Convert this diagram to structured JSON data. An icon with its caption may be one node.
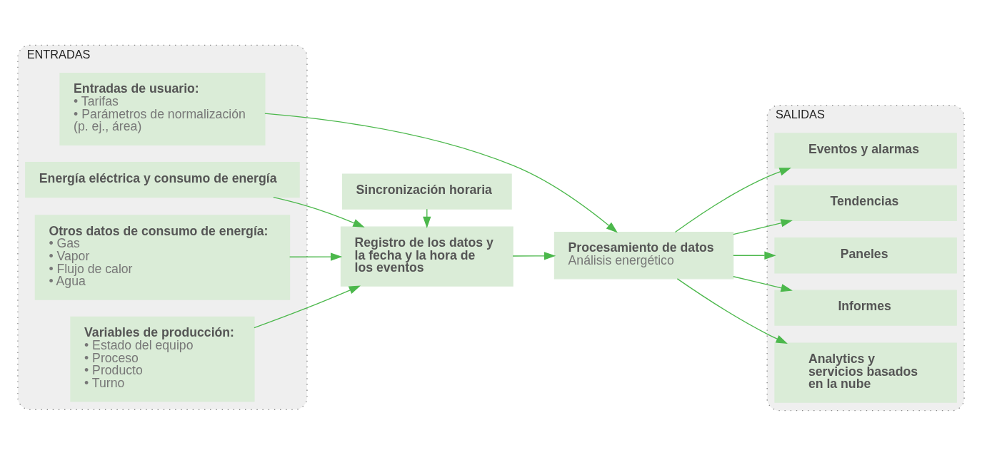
{
  "diagram": {
    "nodes": [
      {
        "text": [
          "ENTRADAS"
        ]
      },
      {
        "text": [
          "Energía eléctrica y consumo de energía"
        ],
        "in": 0
      },
      {
        "text": [
          "Otros datos de consumo de energía:",
          "• Gas",
          "• Vapor",
          "• Flujo de calor",
          "• Agua"
        ],
        "in": 0
      },
      {
        "text": [
          "Variables de producción:",
          "• Estado del equipo",
          "• Proceso",
          "• Producto",
          "• Turno"
        ],
        "in": 0
      },
      {
        "text": [
          "Entradas de usuario:",
          "• Tarifas",
          "• Parámetros de normalización (p. ej., área)"
        ],
        "in": 0
      },
      {
        "text": [
          "Registro de los datos y la fecha y la hora de los eventos"
        ]
      },
      {
        "text": [
          "Sincronización horaria"
        ]
      },
      {
        "text": [
          "Procesamiento de datos",
          "Análisis energético"
        ]
      },
      {
        "text": [
          "SALIDAS"
        ]
      },
      {
        "text": [
          "Eventos y alarmas"
        ],
        "in": 8
      },
      {
        "text": [
          "Tendencias"
        ],
        "in": 8
      },
      {
        "text": [
          "Paneles"
        ],
        "in": 8
      },
      {
        "text": [
          "Informes"
        ],
        "in": 8
      },
      {
        "text": [
          "Analytics y servicios basados en la nube"
        ],
        "in": 8
      }
    ],
    "edges": [
      {
        "from": 1,
        "to": 5,
        "arrow": "to"
      },
      {
        "from": 2,
        "to": 5,
        "arrow": "to"
      },
      {
        "from": 3,
        "to": 5,
        "arrow": "to"
      },
      {
        "from": 6,
        "to": 5,
        "arrow": "to"
      },
      {
        "from": 5,
        "to": 7,
        "arrow": "to"
      },
      {
        "from": 4,
        "to": 7,
        "arrow": "to"
      },
      {
        "from": 7,
        "to": 9,
        "arrow": "to"
      },
      {
        "from": 7,
        "to": 10,
        "arrow": "to"
      },
      {
        "from": 7,
        "to": 11,
        "arrow": "to"
      },
      {
        "from": 7,
        "to": 12,
        "arrow": "to"
      },
      {
        "from": 7,
        "to": 13,
        "arrow": "to"
      }
    ]
  }
}
